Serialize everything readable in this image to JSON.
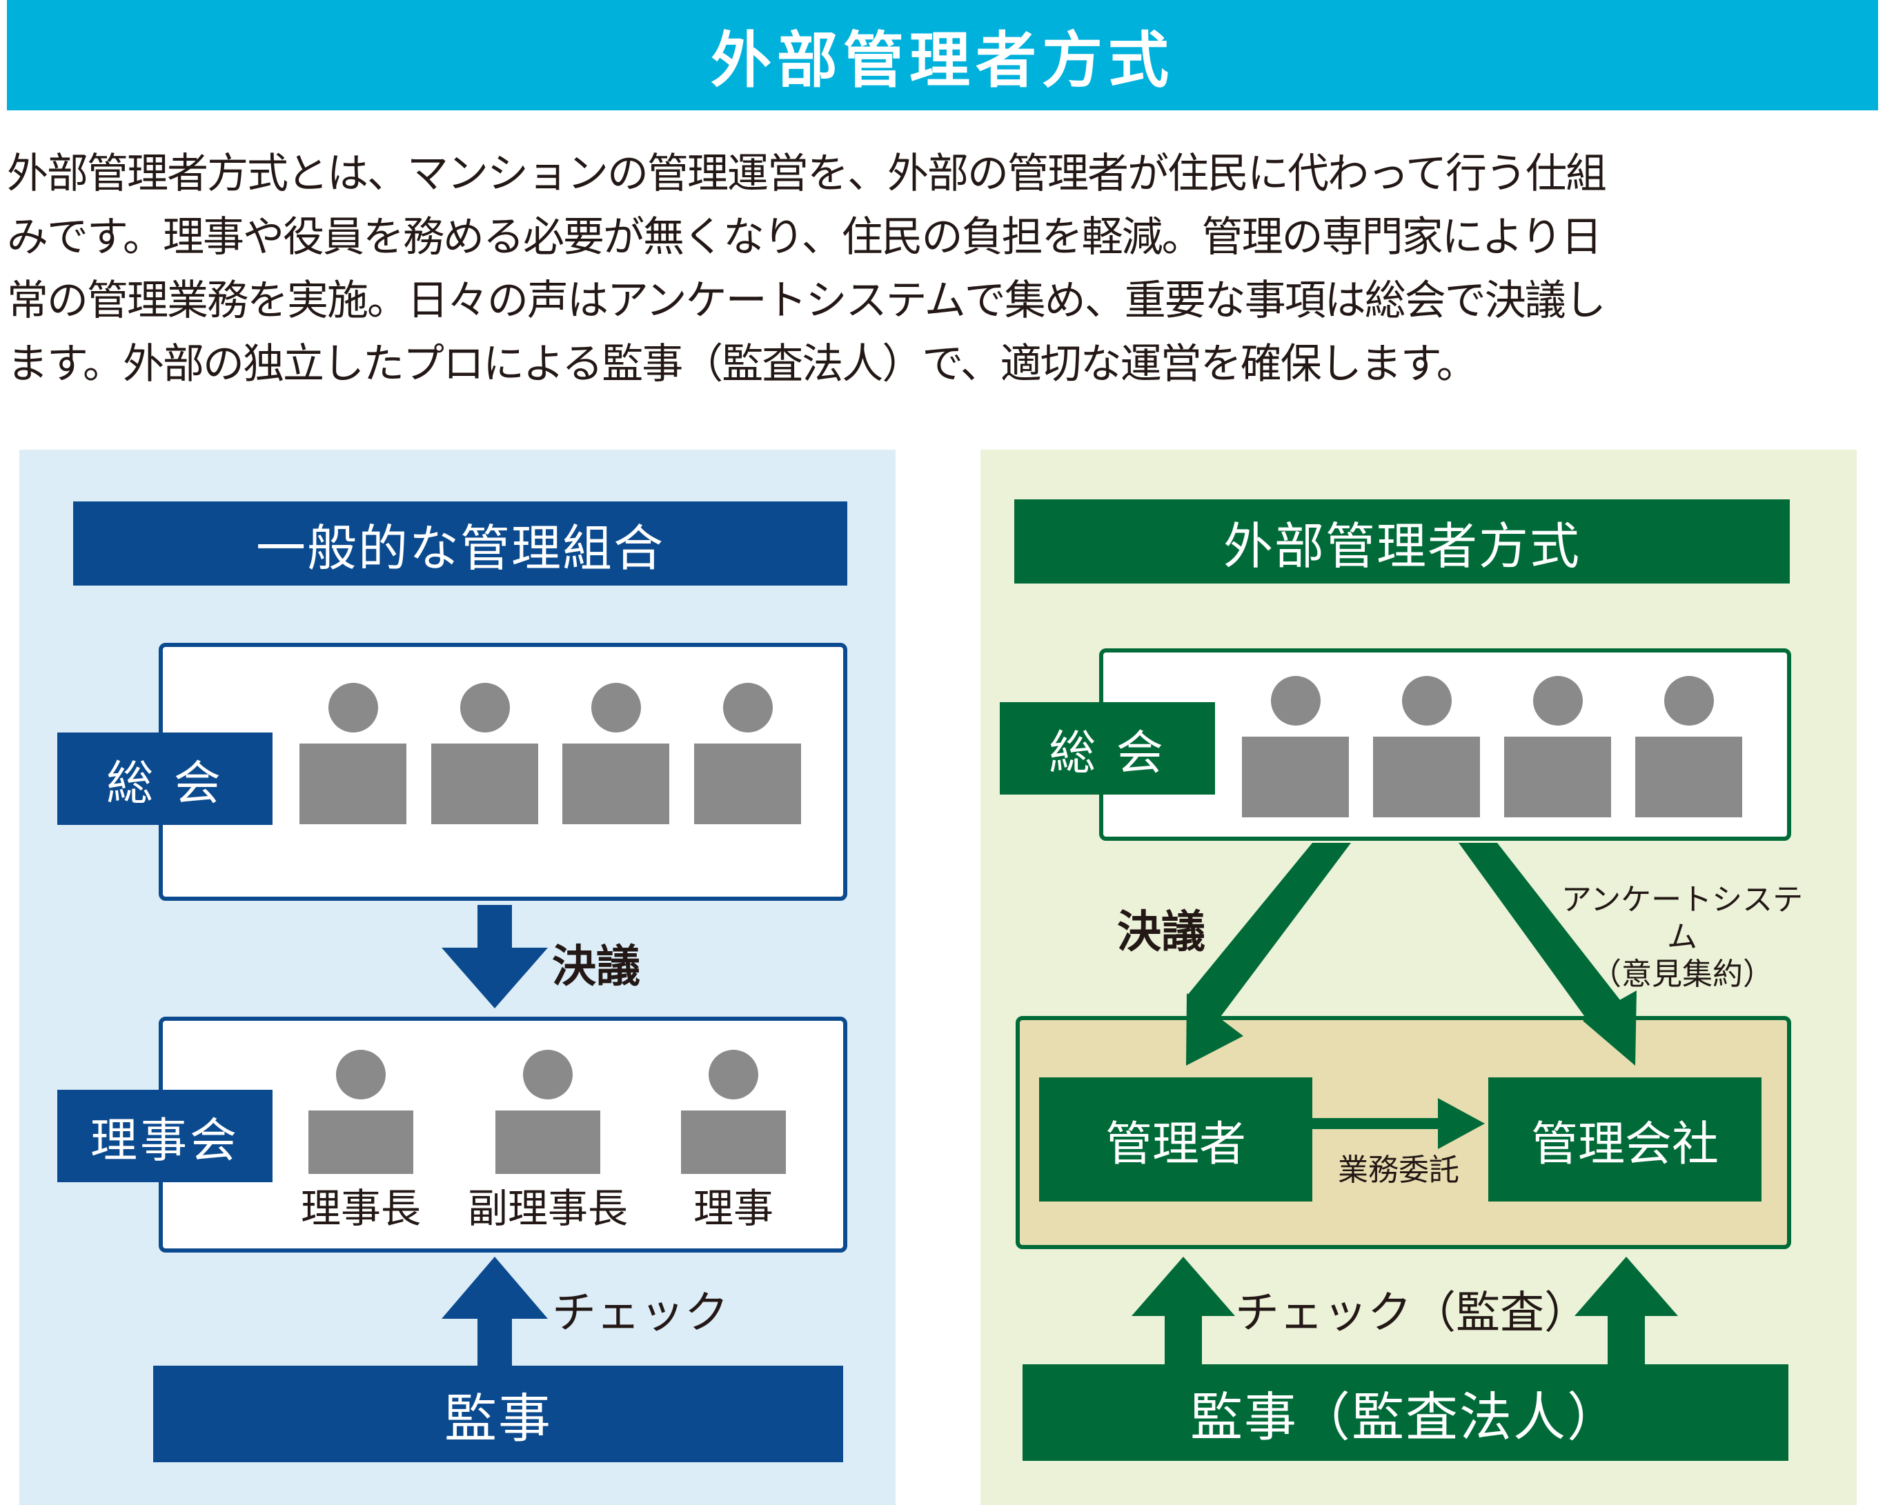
{
  "header": {
    "title": "外部管理者方式"
  },
  "intro": {
    "lines": [
      "外部管理者方式とは、マンションの管理運営を、外部の管理者が住民に代わって行う仕組",
      "みです。理事や役員を務める必要が無くなり、住民の負担を軽減。管理の専門家により日",
      "常の管理業務を実施。日々の声はアンケートシステムで集め、重要な事項は総会で決議し",
      "ます。外部の独立したプロによる監事（監査法人）で、適切な運営を確保します。"
    ]
  },
  "left_panel": {
    "title": "一般的な管理組合",
    "assembly_label": "総 会",
    "resolution_label": "決議",
    "board_label": "理事会",
    "board_roles": [
      "理事長",
      "副理事長",
      "理事"
    ],
    "check_label": "チェック",
    "auditor_label": "監事"
  },
  "right_panel": {
    "title": "外部管理者方式",
    "assembly_label": "総 会",
    "resolution_label": "決議",
    "survey_label_line1": "アンケートシステム",
    "survey_label_line2": "（意見集約）",
    "manager_label": "管理者",
    "company_label": "管理会社",
    "delegation_label": "業務委託",
    "check_label": "チェック（監査）",
    "auditor_label": "監事（監査法人）"
  },
  "colors": {
    "header": "#00b1dc",
    "blue": "#0b4a8e",
    "green": "#006b38",
    "left_bg": "#dcedf8",
    "right_bg": "#ebf2d8",
    "tan": "#e8ddb0",
    "person": "#8a8a8a"
  }
}
